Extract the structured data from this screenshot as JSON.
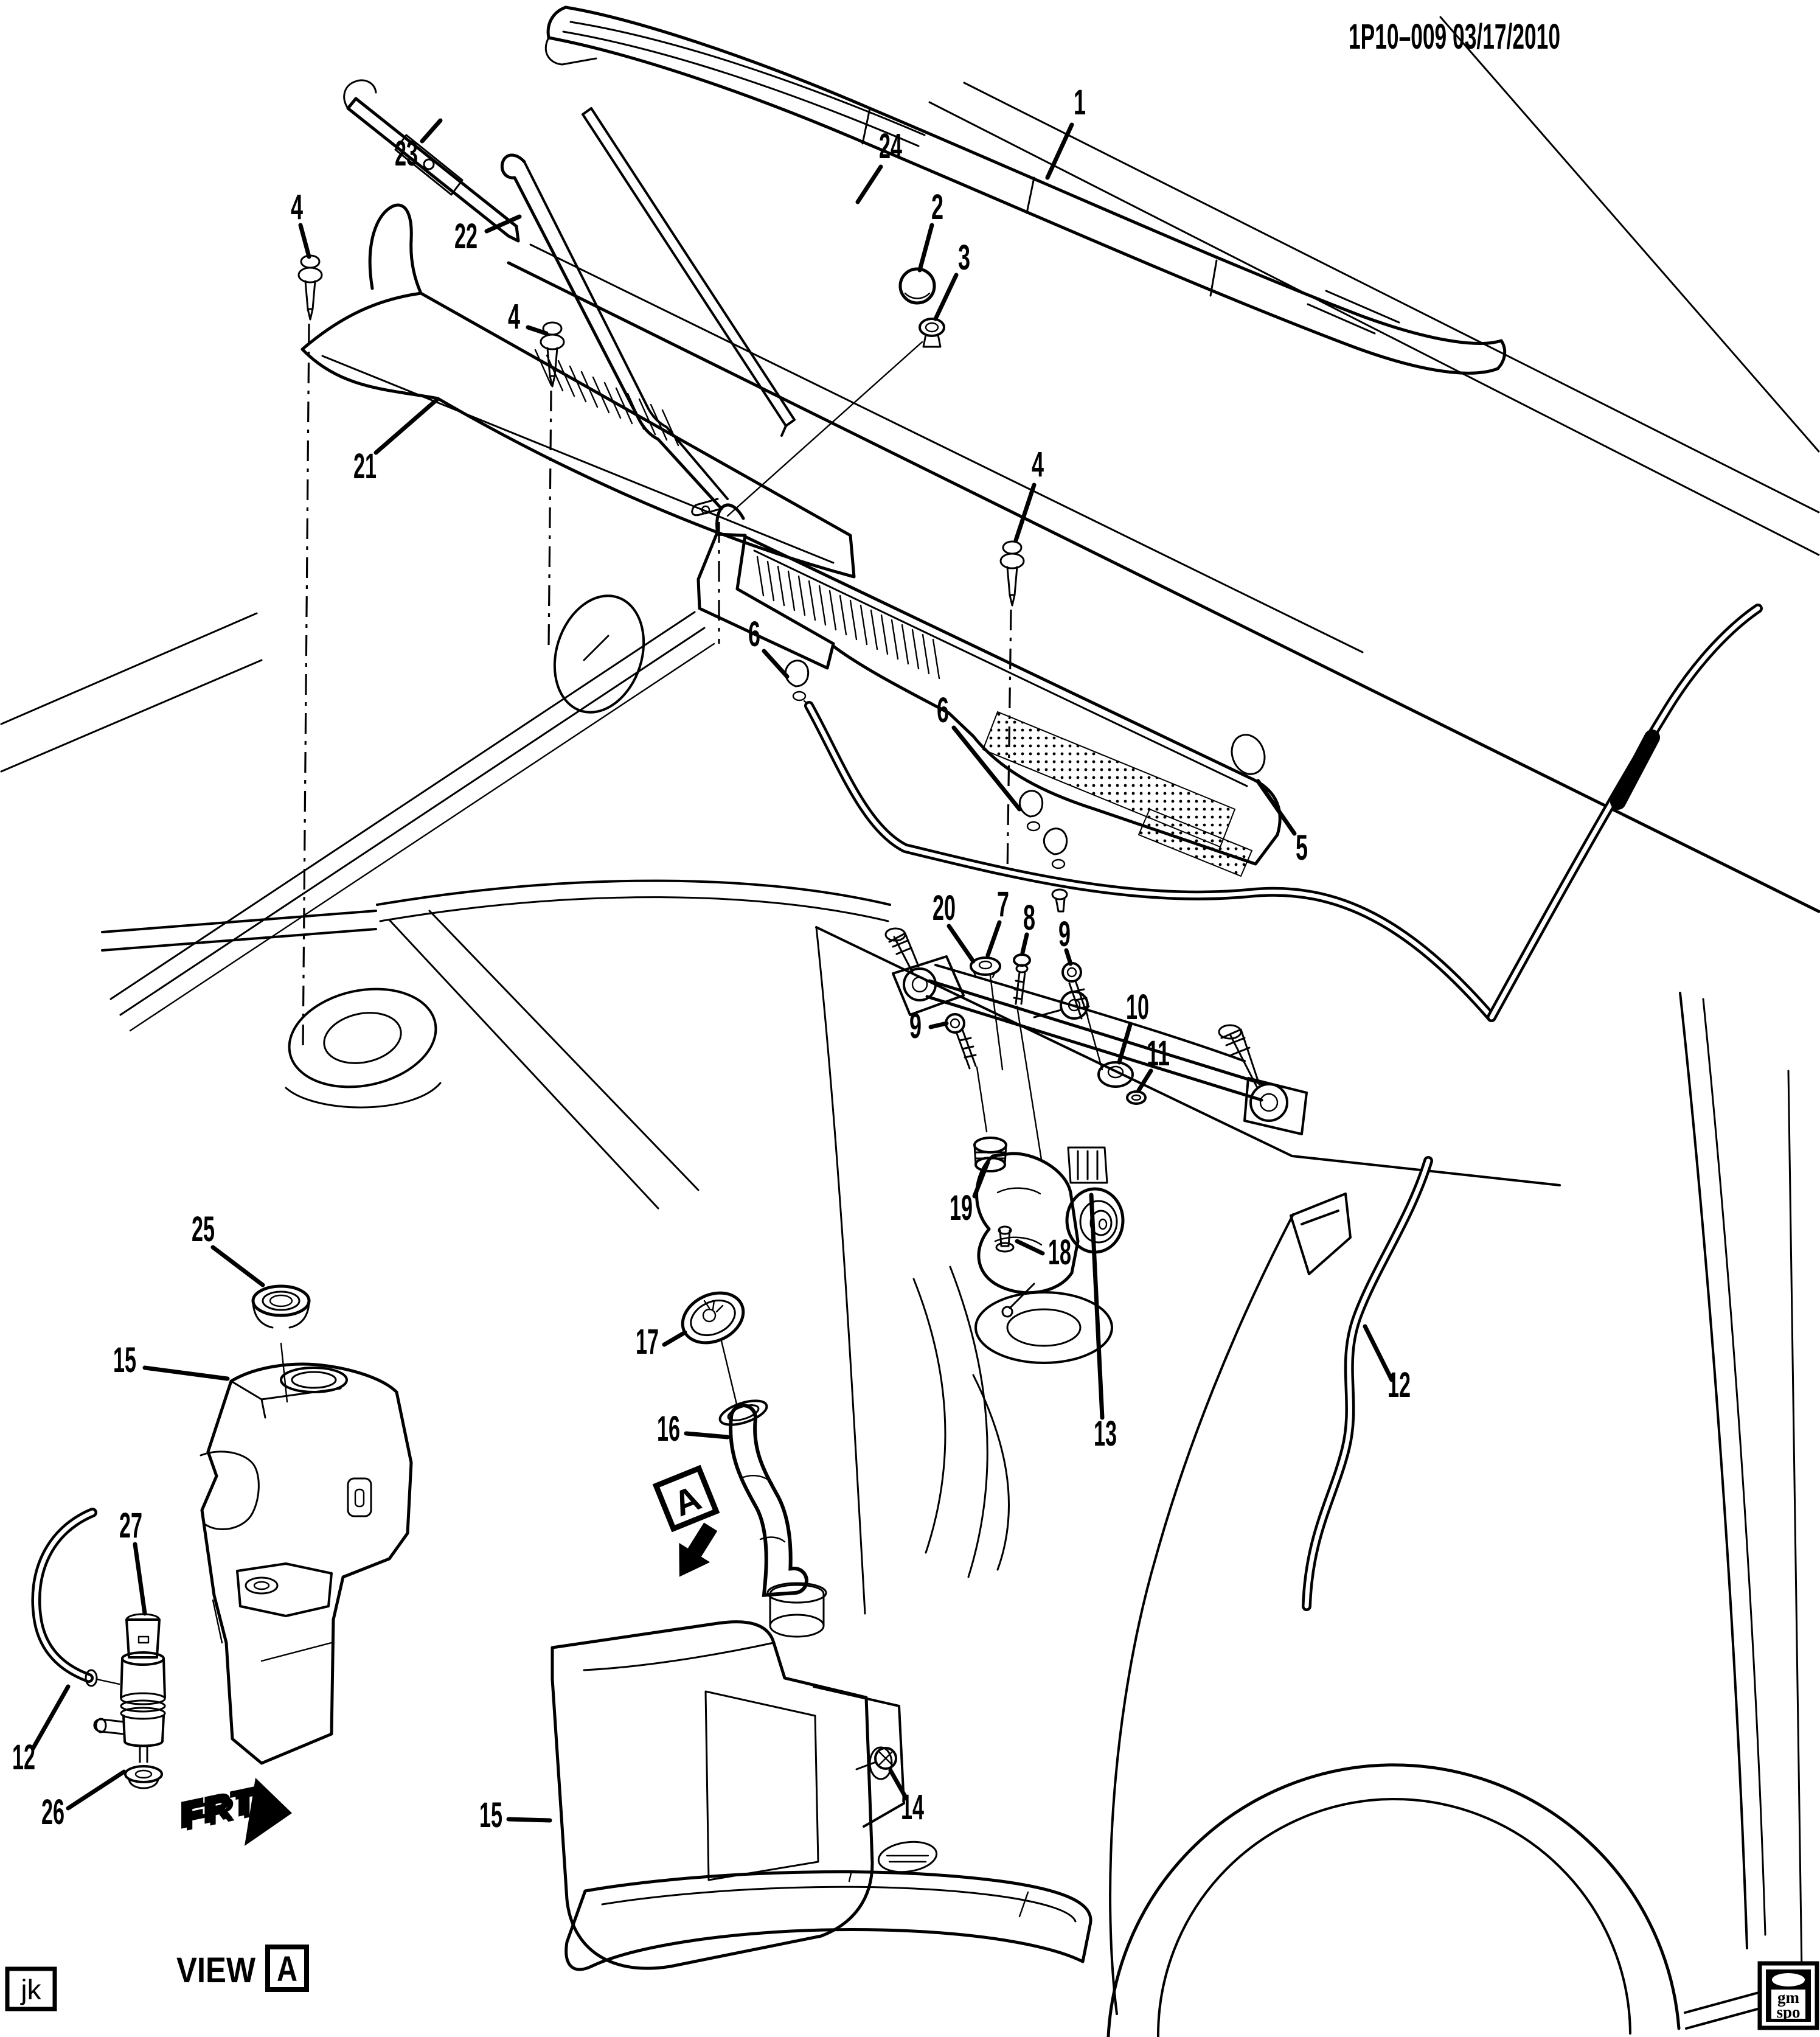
{
  "header": {
    "title": "1P10–009 03/17/2010"
  },
  "callouts": [
    {
      "label": "1"
    },
    {
      "label": "23"
    },
    {
      "label": "24"
    },
    {
      "label": "2"
    },
    {
      "label": "3"
    },
    {
      "label": "22"
    },
    {
      "label": "4"
    },
    {
      "label": "4"
    },
    {
      "label": "4"
    },
    {
      "label": "21"
    },
    {
      "label": "5"
    },
    {
      "label": "6"
    },
    {
      "label": "6"
    },
    {
      "label": "20"
    },
    {
      "label": "7"
    },
    {
      "label": "8"
    },
    {
      "label": "9"
    },
    {
      "label": "9"
    },
    {
      "label": "10"
    },
    {
      "label": "11"
    },
    {
      "label": "19"
    },
    {
      "label": "18"
    },
    {
      "label": "13"
    },
    {
      "label": "25"
    },
    {
      "label": "15"
    },
    {
      "label": "27"
    },
    {
      "label": "12"
    },
    {
      "label": "26"
    },
    {
      "label": "17"
    },
    {
      "label": "16"
    },
    {
      "label": "12"
    },
    {
      "label": "15"
    },
    {
      "label": "14"
    }
  ],
  "view_marker": {
    "letter": "A"
  },
  "orientation": {
    "label": "FRT"
  },
  "footer": {
    "initials": "jk",
    "view_label": "VIEW",
    "view_letter": "A"
  },
  "logo": {
    "line1": "gm",
    "line2": "spo"
  },
  "colors": {
    "ink": "#000000",
    "paper": "#ffffff"
  }
}
